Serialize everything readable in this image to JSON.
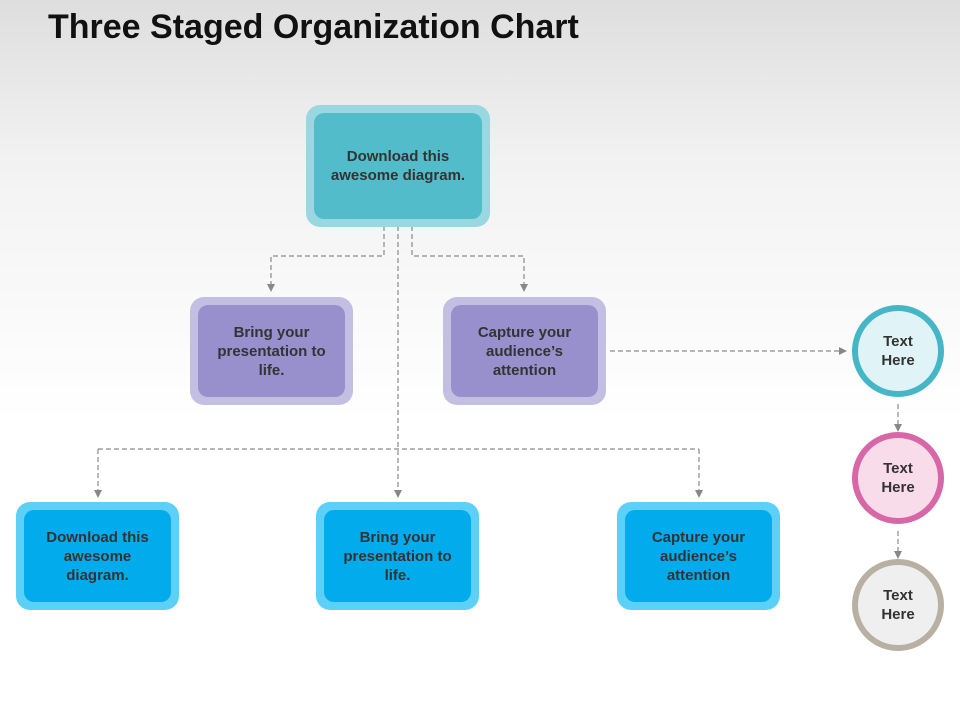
{
  "title": "Three Staged Organization Chart",
  "top": {
    "text": "Download this awesome diagram."
  },
  "level2": [
    {
      "text": "Bring your presentation to life."
    },
    {
      "text": "Capture your audience’s attention"
    }
  ],
  "level3": [
    {
      "text": "Download this awesome diagram."
    },
    {
      "text": "Bring your presentation to life."
    },
    {
      "text": "Capture your audience’s attention"
    }
  ],
  "circles": [
    {
      "text": "Text Here",
      "color": "#45b6c6"
    },
    {
      "text": "Text Here",
      "color": "#d867a8"
    },
    {
      "text": "Text Here",
      "color": "#b8b0a3"
    }
  ],
  "colors": {
    "teal": "#52bcca",
    "purple": "#9890cc",
    "blue": "#02abeb",
    "connector": "#888888"
  }
}
